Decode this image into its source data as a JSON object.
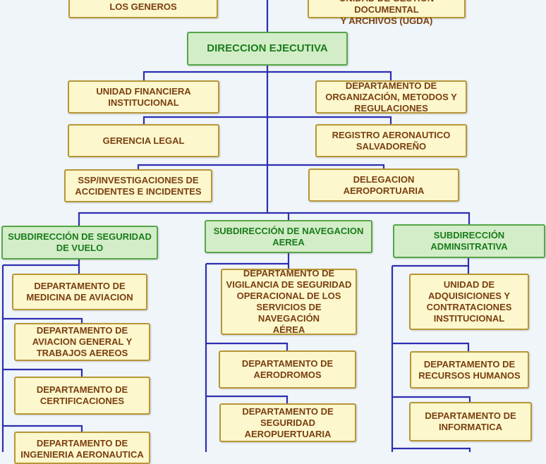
{
  "top": {
    "genero_unit": "LOS GENEROS",
    "ugda_unit": "UNIDAD DE GESTION DOCUMENTAL\nY ARCHIVOS (UGDA)"
  },
  "executive": "DIRECCION EJECUTIVA",
  "staff": {
    "financiera": "UNIDAD FINANCIERA\nINSTITUCIONAL",
    "organizacion": "DEPARTAMENTO DE\nORGANIZACIÓN, METODOS Y\nREGULACIONES",
    "legal": "GERENCIA LEGAL",
    "registro": "REGISTRO AERONAUTICO\nSALVADOREÑO",
    "ssp": "SSP/INVESTIGACIONES DE\nACCIDENTES E INCIDENTES",
    "delegacion": "DELEGACION AEROPORTUARIA"
  },
  "subdirections": [
    {
      "title": "SUBDIRECCIÓN DE SEGURIDAD\nDE VUELO",
      "departments": [
        "DEPARTAMENTO DE\nMEDICINA DE AVIACION",
        "DEPARTAMENTO DE\nAVIACION GENERAL  Y\nTRABAJOS AEREOS",
        "DEPARTAMENTO DE\nCERTIFICACIONES",
        "DEPARTAMENTO DE\nINGENIERIA AERONAUTICA"
      ]
    },
    {
      "title": "SUBDIRECCIÓN DE NAVEGACION\nAEREA",
      "departments": [
        "DEPARTAMENTO DE\nVIGILANCIA DE SEGURIDAD\nOPERACIONAL DE LOS\nSERVICIOS DE NAVEGACIÓN\nAÉREA",
        "DEPARTAMENTO DE\nAERODROMOS",
        "DEPARTAMENTO DE\nSEGURIDAD\nAEROPUERTUARIA"
      ]
    },
    {
      "title": "SUBDIRECCIÓN\nADMINSITRATIVA",
      "departments": [
        "UNIDAD DE\nADQUISICIONES Y\nCONTRATACIONES\nINSTITUCIONAL",
        "DEPARTAMENTO DE\nRECURSOS HUMANOS",
        "DEPARTAMENTO DE\nINFORMATICA"
      ]
    }
  ],
  "colors": {
    "connector": "#2d2fb0",
    "unit_fill": "#fcf7cc",
    "unit_border": "#b79636",
    "unit_text": "#7a3f11",
    "sub_fill": "#d3edc8",
    "sub_border": "#55a648",
    "sub_text": "#197c1a"
  }
}
